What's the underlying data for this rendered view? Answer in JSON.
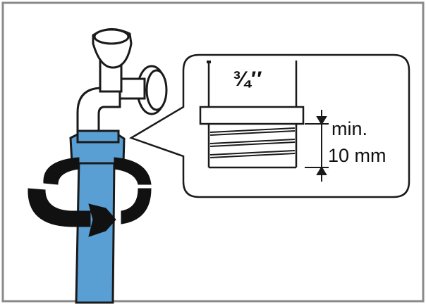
{
  "labels": {
    "thread_size": "¾′′",
    "min_prefix": "min.",
    "min_distance": "10 mm"
  },
  "colors": {
    "hose_blue": "#5a9fd4",
    "hose_outline": "#1a1a1a",
    "arrow_black": "#111111",
    "tap_white": "#ffffff",
    "frame_border": "#8a8a8a"
  },
  "icons": {
    "tap": "water-tap-icon",
    "rotate": "rotate-arrow-icon",
    "thread": "thread-connector-icon",
    "dimension": "dimension-arrows-icon"
  }
}
